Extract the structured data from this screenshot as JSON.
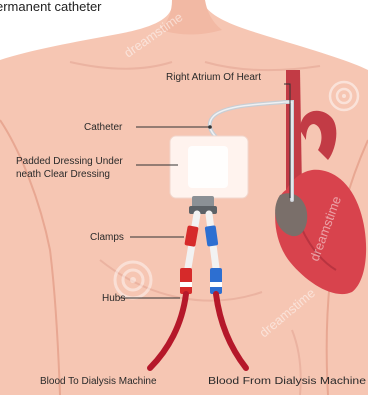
{
  "title": "ermanent catheter",
  "labels": {
    "right_atrium": "Right Atrium Of Heart",
    "catheter": "Catheter",
    "dressing_line1": "Padded Dressing Under",
    "dressing_line2": "neath Clear Dressing",
    "clamps": "Clamps",
    "hubs": "Hubs",
    "blood_to": "Blood To Dialysis Machine",
    "blood_from": "Blood From Dialysis Machine"
  },
  "watermark": "dreamstime",
  "colors": {
    "skin": "#f6c6b3",
    "skin_edge": "#e8a792",
    "heart": "#d8434d",
    "vessel": "#c23b45",
    "tube": "#b5182a",
    "clamp_red": "#d62a2a",
    "clamp_blue": "#2d6fd1",
    "catheter": "#d8dde2",
    "dressing": "#fff0ea"
  }
}
